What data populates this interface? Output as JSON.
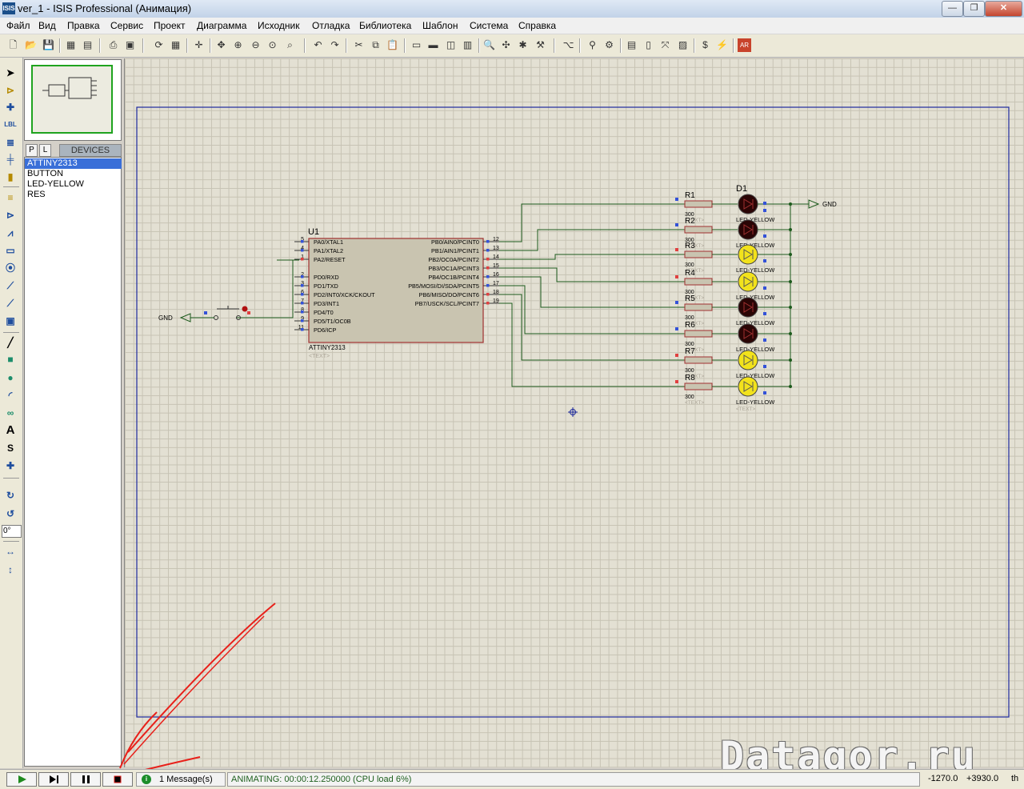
{
  "window": {
    "title": "ver_1 - ISIS Professional (Анимация)",
    "app_icon_text": "ISIS"
  },
  "menu": [
    "Файл",
    "Вид",
    "Правка",
    "Сервис",
    "Проект",
    "Диаграмма",
    "Исходник",
    "Отладка",
    "Библиотека",
    "Шаблон",
    "Система",
    "Справка"
  ],
  "devices_panel": {
    "tab_p": "P",
    "tab_l": "L",
    "header": "DEVICES",
    "items": [
      "ATTINY2313",
      "BUTTON",
      "LED-YELLOW",
      "RES"
    ],
    "selected": "ATTINY2313"
  },
  "angle": "0°",
  "schematic": {
    "mcu": {
      "ref": "U1",
      "part": "ATTINY2313",
      "text_placeholder": "<TEXT>",
      "left_pins": [
        {
          "num": "5",
          "name": "PA0/XTAL1"
        },
        {
          "num": "4",
          "name": "PA1/XTAL2"
        },
        {
          "num": "1",
          "name": "PA2/RESET"
        },
        {
          "num": "2",
          "name": "PD0/RXD"
        },
        {
          "num": "3",
          "name": "PD1/TXD"
        },
        {
          "num": "6",
          "name": "PD2/INT0/XCK/CKOUT"
        },
        {
          "num": "7",
          "name": "PD3/INT1"
        },
        {
          "num": "8",
          "name": "PD4/T0"
        },
        {
          "num": "9",
          "name": "PD5/T1/OC0B"
        },
        {
          "num": "11",
          "name": "PD6/ICP"
        }
      ],
      "right_pins": [
        {
          "num": "12",
          "name": "PB0/AIN0/PCINT0"
        },
        {
          "num": "13",
          "name": "PB1/AIN1/PCINT1"
        },
        {
          "num": "14",
          "name": "PB2/OC0A/PCINT2"
        },
        {
          "num": "15",
          "name": "PB3/OC1A/PCINT3"
        },
        {
          "num": "16",
          "name": "PB4/OC1B/PCINT4"
        },
        {
          "num": "17",
          "name": "PB5/MOSI/DI/SDA/PCINT5"
        },
        {
          "num": "18",
          "name": "PB6/MISO/DO/PCINT6"
        },
        {
          "num": "19",
          "name": "PB7/USCK/SCL/PCINT7"
        }
      ]
    },
    "gnd_label": "GND",
    "resistor_value": "300",
    "resistors": [
      "R1",
      "R2",
      "R3",
      "R4",
      "R5",
      "R6",
      "R7",
      "R8"
    ],
    "led_ref": "D1",
    "led_part": "LED-YELLOW",
    "led_states": [
      "off",
      "off",
      "on",
      "on",
      "off",
      "off",
      "on",
      "on"
    ],
    "colors": {
      "led_on": "#f2e21c",
      "led_off": "#2a0505",
      "wire": "#1c5a1c",
      "border": "#1d2a9e",
      "part_fill": "#c9c4b0",
      "part_stroke": "#a03030"
    }
  },
  "status": {
    "messages": "1 Message(s)",
    "animating": "ANIMATING: 00:00:12.250000 (CPU load 6%)",
    "coord_x": "-1270.0",
    "coord_y": "+3930.0",
    "unit": "th"
  },
  "watermark": "Datagor.ru"
}
